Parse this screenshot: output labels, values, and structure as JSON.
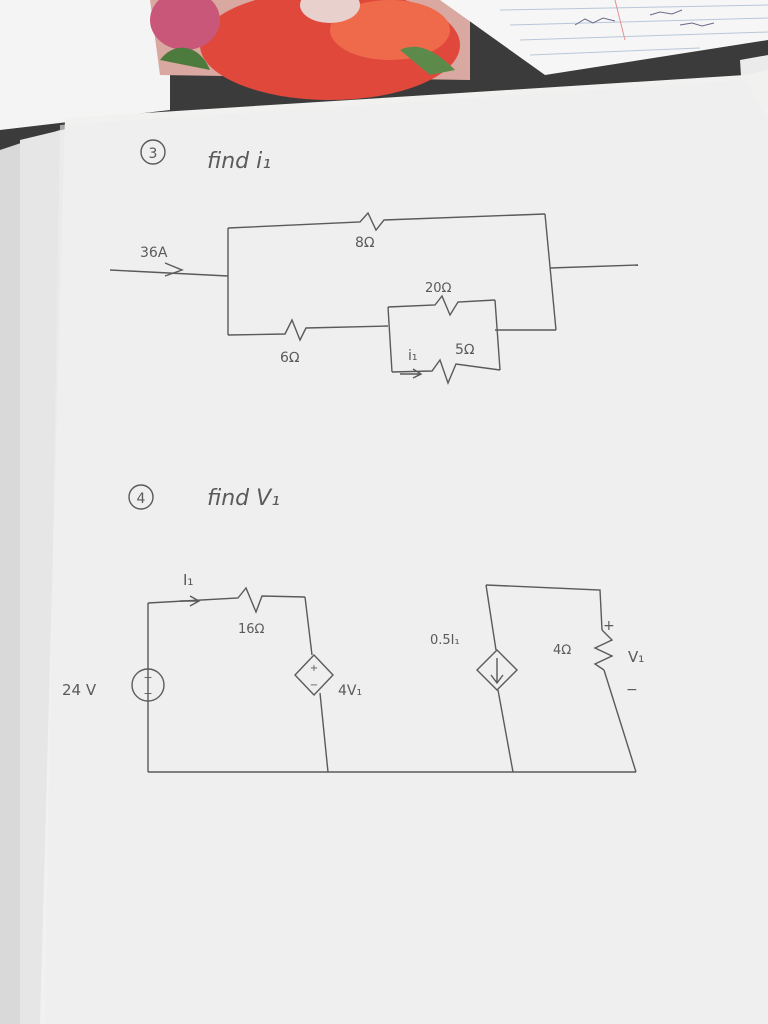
{
  "problem3": {
    "number": "3",
    "prompt": "find i₁",
    "source_label": "36A",
    "r_top": "8Ω",
    "r_inner_top": "20Ω",
    "r_left_bottom": "6Ω",
    "current_label": "i₁",
    "r_inner_bottom": "5Ω"
  },
  "problem4": {
    "number": "4",
    "prompt": "find V₁",
    "current_label": "I₁",
    "r_series": "16Ω",
    "source_voltage": "24 V",
    "dep_voltage": "4V₁",
    "dep_current": "0.5I₁",
    "r_load": "4Ω",
    "v_label": "V₁",
    "plus": "+",
    "minus": "−"
  },
  "colors": {
    "paper": "#f1f1f0",
    "ink": "#5a5a5a"
  }
}
